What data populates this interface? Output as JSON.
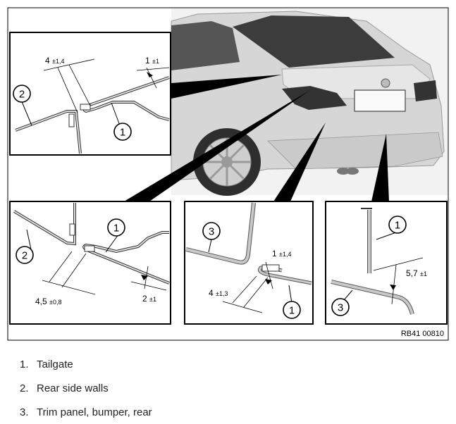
{
  "figure": {
    "code": "RB41 00810",
    "callouts": {
      "one": "1",
      "two": "2",
      "three": "3"
    },
    "dimensions": {
      "d_4_pm_1_4": {
        "main": "4",
        "tol": "±1,4"
      },
      "d_1_pm_1": {
        "main": "1",
        "tol": "±1"
      },
      "d_4_5_pm_0_8": {
        "main": "4,5",
        "tol": "±0,8"
      },
      "d_2_pm_1": {
        "main": "2",
        "tol": "±1"
      },
      "d_1_pm_1_4": {
        "main": "1",
        "tol": "±1,4"
      },
      "d_4_pm_1_3": {
        "main": "4",
        "tol": "±1,3"
      },
      "d_5_7_pm_1": {
        "main": "5,7",
        "tol": "±1"
      }
    }
  },
  "legend": [
    {
      "num": "1.",
      "label": "Tailgate"
    },
    {
      "num": "2.",
      "label": "Rear side walls"
    },
    {
      "num": "3.",
      "label": "Trim panel, bumper, rear"
    }
  ]
}
